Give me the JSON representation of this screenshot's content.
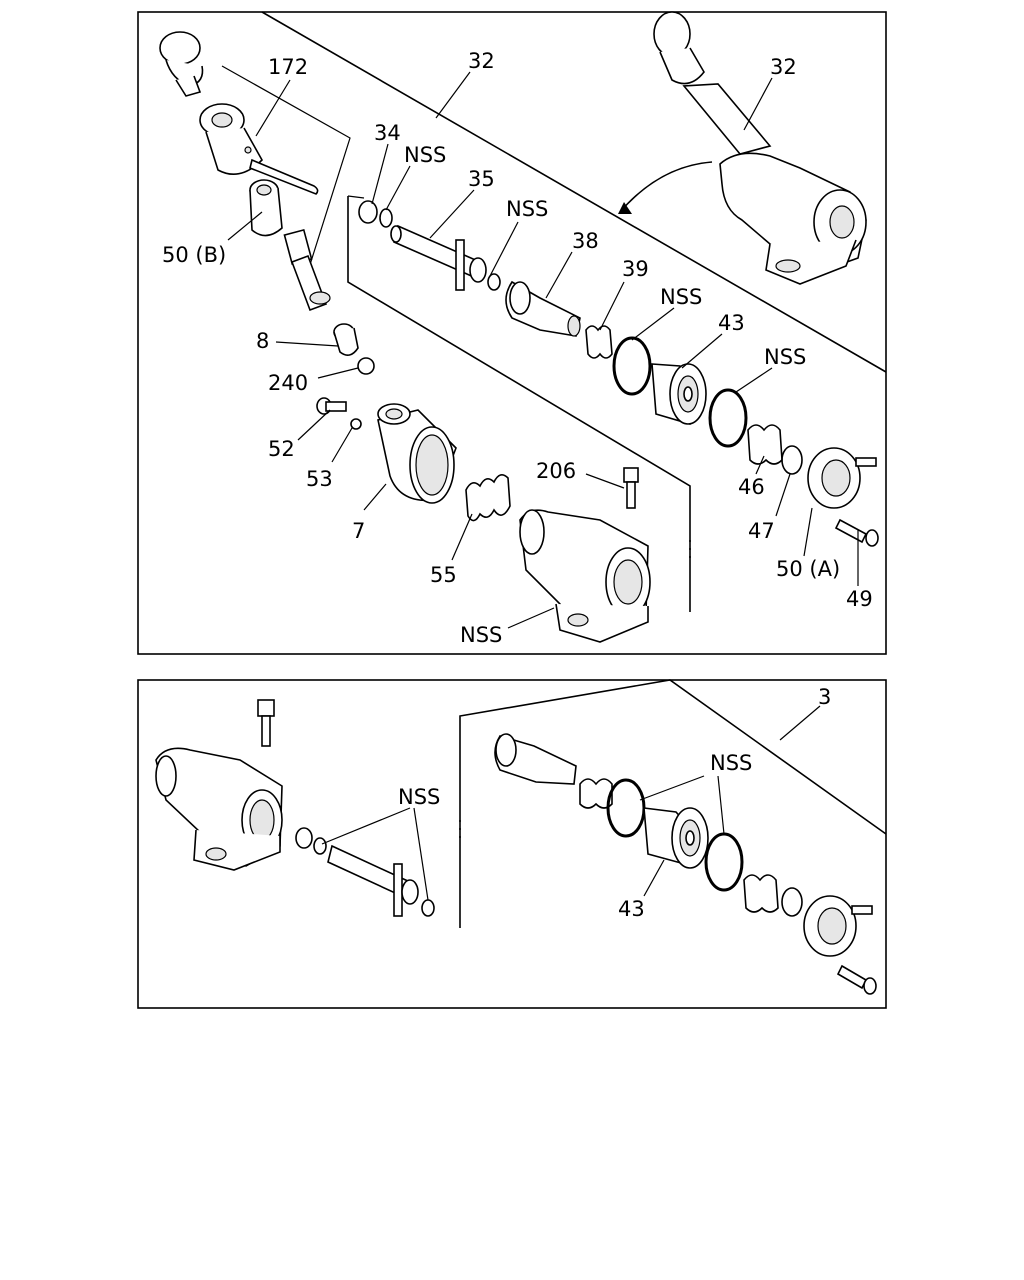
{
  "diagram": {
    "upper_panel": {
      "labels": {
        "l172": "172",
        "l32a": "32",
        "l32b": "32",
        "l34": "34",
        "nss1": "NSS",
        "l35": "35",
        "nss2": "NSS",
        "l38": "38",
        "l39": "39",
        "nss3": "NSS",
        "l43": "43",
        "nss4": "NSS",
        "l50b": "50 (B)",
        "l8": "8",
        "l240": "240",
        "l52": "52",
        "l53": "53",
        "l7": "7",
        "l55": "55",
        "l206": "206",
        "l46": "46",
        "l47": "47",
        "l50a": "50 (A)",
        "l49": "49",
        "nss5": "NSS"
      }
    },
    "lower_panel": {
      "labels": {
        "l3": "3",
        "nss1": "NSS",
        "nss2": "NSS",
        "l43": "43"
      }
    }
  }
}
